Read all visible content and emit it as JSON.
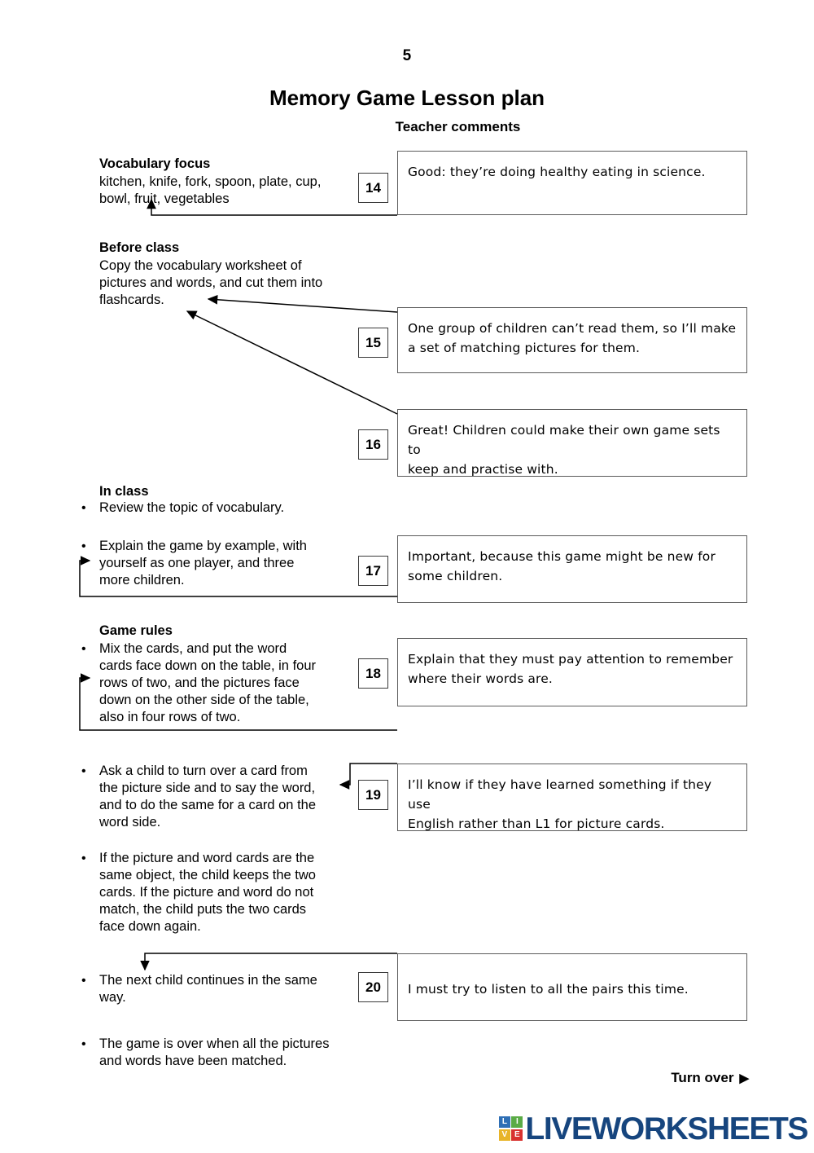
{
  "page": {
    "number": "5",
    "title": "Memory Game Lesson plan",
    "comments_header": "Teacher comments",
    "turn_over": "Turn over",
    "turn_over_icon": "triangle-right-icon"
  },
  "sections": {
    "vocabulary": {
      "heading": "Vocabulary focus",
      "line1": "kitchen, knife, fork, spoon, plate, cup,",
      "line2": "bowl, fruit, vegetables"
    },
    "before_class": {
      "heading": "Before class",
      "line1": "Copy the vocabulary worksheet of",
      "line2": "pictures and words, and cut them into",
      "line3": "flashcards."
    },
    "in_class": {
      "heading": "In class",
      "bullets": [
        {
          "lines": [
            "Review the topic of vocabulary."
          ]
        },
        {
          "lines": [
            "Explain the game by example, with",
            "yourself as one player, and three",
            "more children."
          ]
        }
      ]
    },
    "game_rules": {
      "heading": "Game rules",
      "bullets": [
        {
          "lines": [
            "Mix the cards, and put the word",
            "cards face down on the table, in four",
            "rows of two, and the pictures face",
            "down on the other side of the table,",
            "also in four rows of two."
          ]
        },
        {
          "lines": [
            "Ask a child to turn over a card from",
            "the picture side and to say the word,",
            "and to do the same for a card on the",
            "word side."
          ]
        },
        {
          "lines": [
            "If the picture and word cards are the",
            "same object, the child keeps the two",
            "cards. If the picture and word do not",
            "match, the child puts the two cards",
            "face down again."
          ]
        },
        {
          "lines": [
            "The next child continues in the same",
            "way."
          ]
        },
        {
          "lines": [
            "The game is over when all the pictures",
            "and words have been matched."
          ]
        }
      ]
    }
  },
  "comments": [
    {
      "number": "14",
      "line1": "Good: they’re doing healthy eating in science.",
      "line2": ""
    },
    {
      "number": "15",
      "line1": "One group of children can’t read them, so I’ll make",
      "line2": "a set of matching pictures for them."
    },
    {
      "number": "16",
      "line1": "Great! Children could make their own game sets to",
      "line2": "keep and practise with."
    },
    {
      "number": "17",
      "line1": "Important, because this game might be new for",
      "line2": "some children."
    },
    {
      "number": "18",
      "line1": "Explain that they must pay attention to remember",
      "line2": "where their words are."
    },
    {
      "number": "19",
      "line1": "I’ll know if they have learned something if they use",
      "line2": "English rather than L1 for picture cards."
    },
    {
      "number": "20",
      "line1": "I must try to listen to all the pairs this time.",
      "line2": ""
    }
  ],
  "logo": {
    "tiles": [
      {
        "letter": "L",
        "color": "#2f6fb5"
      },
      {
        "letter": "I",
        "color": "#5aab46"
      },
      {
        "letter": "V",
        "color": "#e8b428"
      },
      {
        "letter": "E",
        "color": "#d8322f"
      }
    ],
    "word": "LIVEWORKSHEETS",
    "word_color": "#16457e"
  }
}
